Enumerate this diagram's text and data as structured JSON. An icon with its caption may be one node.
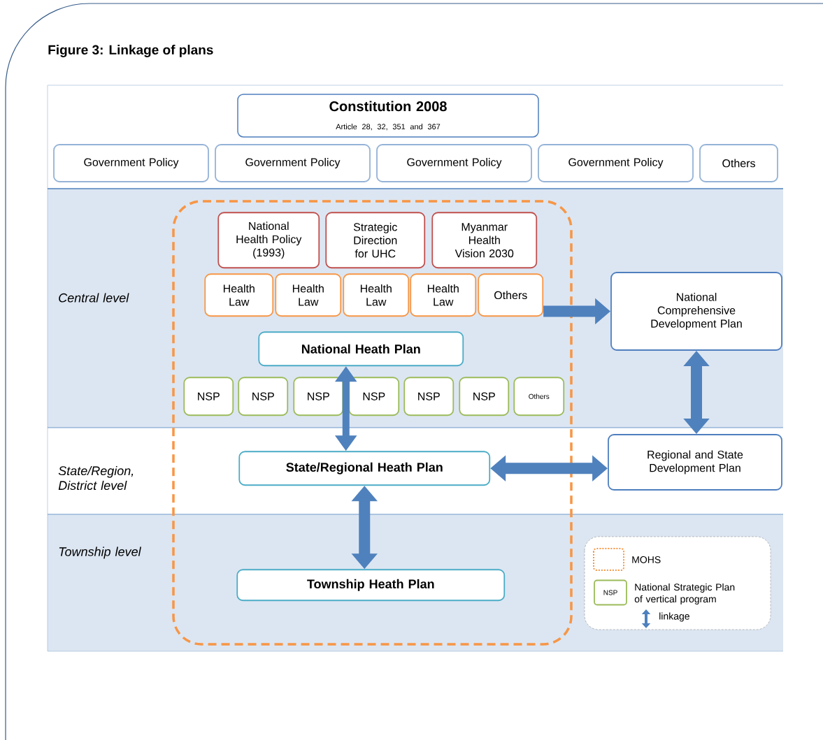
{
  "diagram": {
    "title": "Figure 3: Linkage of plans",
    "nodes": [
      {
        "text": [
          "Constitution 2008",
          "Article 28, 32, 351 and 367"
        ]
      },
      {
        "text": [
          "Government Policy"
        ]
      },
      {
        "text": [
          "Government Policy"
        ]
      },
      {
        "text": [
          "Government Policy"
        ]
      },
      {
        "text": [
          "Government Policy"
        ]
      },
      {
        "text": [
          "Others"
        ]
      },
      {
        "text": [],
        "shape": "box"
      },
      {
        "text": [
          "National Health Policy (1993)"
        ],
        "in": 6
      },
      {
        "text": [
          "Strategic Direction for UHC"
        ],
        "in": 6
      },
      {
        "text": [
          "Myanmar Health Vision 2030"
        ],
        "in": 6
      },
      {
        "text": [
          "Health Law"
        ],
        "in": 6
      },
      {
        "text": [
          "Health Law"
        ],
        "in": 6
      },
      {
        "text": [
          "Health Law"
        ],
        "in": 6
      },
      {
        "text": [
          "Health Law"
        ],
        "in": 6
      },
      {
        "text": [
          "Others"
        ],
        "in": 6
      },
      {
        "text": [
          "National Heath Plan"
        ],
        "in": 6
      },
      {
        "text": [
          "NSP"
        ],
        "in": 6
      },
      {
        "text": [
          "NSP"
        ],
        "in": 6
      },
      {
        "text": [
          "NSP"
        ],
        "in": 6
      },
      {
        "text": [
          "NSP"
        ],
        "in": 6
      },
      {
        "text": [
          "NSP"
        ],
        "in": 6
      },
      {
        "text": [
          "NSP"
        ],
        "in": 6
      },
      {
        "text": [
          "Others"
        ],
        "in": 6
      },
      {
        "text": [
          "State/Regional Heath Plan"
        ],
        "in": 6
      },
      {
        "text": [
          "Township Heath Plan"
        ],
        "in": 6
      },
      {
        "text": [
          "National Comprehensive Development Plan"
        ]
      },
      {
        "text": [
          "Regional and State Development Plan"
        ]
      }
    ],
    "edges": [
      {
        "from": 14,
        "to": 25,
        "arrow": "to"
      },
      {
        "from": 15,
        "to": 23,
        "arrow": "both"
      },
      {
        "from": 23,
        "to": 24,
        "arrow": "both"
      },
      {
        "from": 23,
        "to": 26,
        "arrow": "both"
      },
      {
        "from": 25,
        "to": 26,
        "arrow": "both"
      }
    ],
    "labels": [
      "Central level",
      "State/Region, District level",
      "Township level",
      "NSP"
    ],
    "legend": [
      {
        "text": "MOHS"
      },
      {
        "text": "National Strategic Plan of vertical program"
      },
      {
        "text": "linkage"
      }
    ]
  }
}
